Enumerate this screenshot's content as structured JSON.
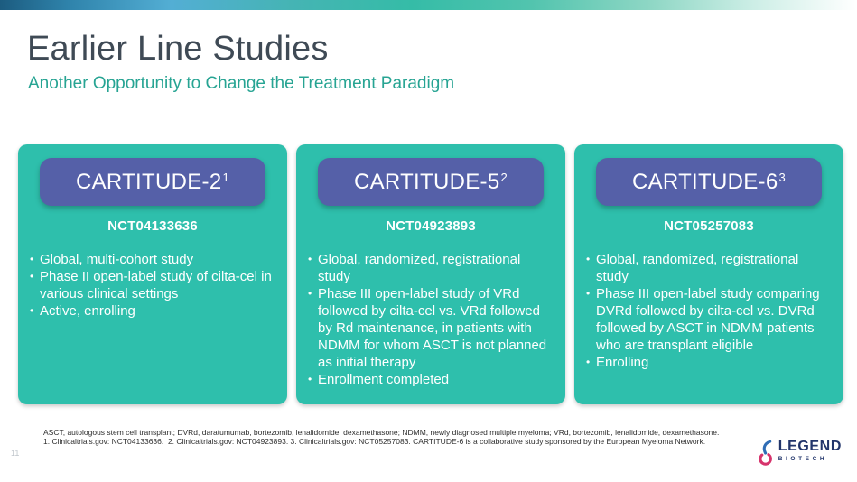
{
  "slide": {
    "title": "Earlier Line Studies",
    "subtitle": "Another Opportunity to Change the Treatment Paradigm",
    "page_number": "11"
  },
  "colors": {
    "card_teal": "#2ebfac",
    "badge_purple": "#5560a8",
    "subtitle_teal": "#27a493",
    "title_dark": "#3f4a55",
    "logo_navy": "#22356b",
    "logo_blue": "#2f6db5",
    "logo_pink": "#d6336c"
  },
  "cards": [
    {
      "name": "CARTITUDE-2",
      "sup": "1",
      "nct": "NCT04133636",
      "bullets": [
        "Global, multi-cohort study",
        "Phase II open-label study of cilta-cel in various clinical settings",
        "Active, enrolling"
      ]
    },
    {
      "name": "CARTITUDE-5",
      "sup": "2",
      "nct": "NCT04923893",
      "bullets": [
        "Global, randomized, registrational study",
        "Phase III open-label study of VRd followed by cilta-cel vs. VRd followed by Rd maintenance, in patients with NDMM for whom ASCT is not planned as initial therapy",
        "Enrollment completed"
      ]
    },
    {
      "name": "CARTITUDE-6",
      "sup": "3",
      "nct": "NCT05257083",
      "bullets": [
        "Global, randomized, registrational study",
        "Phase III open-label study comparing DVRd followed by cilta-cel vs. DVRd followed by ASCT in NDMM patients who are transplant eligible",
        "Enrolling"
      ]
    }
  ],
  "footnotes": {
    "line1": "ASCT, autologous stem cell transplant; DVRd, daratumumab, bortezomib, lenalidomide, dexamethasone; NDMM, newly diagnosed multiple myeloma; VRd, bortezomib, lenalidomide, dexamethasone.",
    "line2": "1. Clinicaltrials.gov: NCT04133636.  2. Clinicaltrials.gov: NCT04923893. 3. Clinicaltrials.gov: NCT05257083. CARTITUDE-6 is a collaborative study sponsored by the European Myeloma Network."
  },
  "logo": {
    "name": "LEGEND",
    "sub": "BIOTECH"
  }
}
